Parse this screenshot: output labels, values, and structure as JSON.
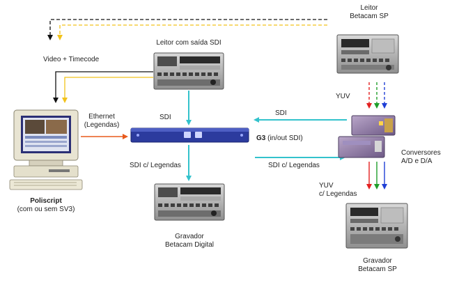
{
  "labels": {
    "leitor_sp_top_1": "Leitor",
    "leitor_sp_top_2": "Betacam SP",
    "leitor_sdi": "Leitor com saída SDI",
    "video_timecode": "Video + Timecode",
    "yuv_top": "YUV",
    "ethernet_1": "Ethernet",
    "ethernet_2": "(Legendas)",
    "sdi_mid": "SDI",
    "sdi_right": "SDI",
    "g3_bold": "G3",
    "g3_rest": " (in/out SDI)",
    "sdi_legendas_left": "SDI c/ Legendas",
    "sdi_legendas_right": "SDI c/ Legendas",
    "conversores_1": "Conversores",
    "conversores_2": "A/D e D/A",
    "yuv_bottom_1": "YUV",
    "yuv_bottom_2": "c/ Legendas",
    "poliscript": "Poliscript",
    "poliscript_sub": "(com ou sem SV3)",
    "gravador_digital_1": "Gravador",
    "gravador_digital_2": "Betacam Digital",
    "gravador_sp_1": "Gravador",
    "gravador_sp_2": "Betacam SP"
  },
  "colors": {
    "sdi_arrow": "#33c2cc",
    "ethernet_arrow": "#e85a1c",
    "timecode_dashed": "#f2c21a",
    "video_dashed": "#111111",
    "yuv_red": "#e32020",
    "yuv_green": "#1f9e2a",
    "yuv_blue": "#1f3fd6"
  }
}
